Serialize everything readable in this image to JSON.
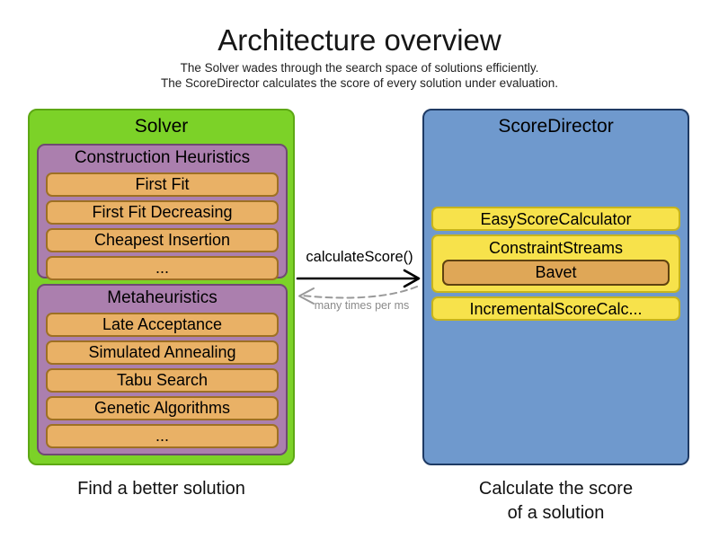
{
  "title": "Architecture overview",
  "subtitle": [
    "The Solver wades through the search space of solutions efficiently.",
    "The ScoreDirector calculates the score of every solution under evaluation."
  ],
  "solver": {
    "label": "Solver",
    "caption": "Find a better solution",
    "groups": [
      {
        "label": "Construction Heuristics",
        "items": [
          "First Fit",
          "First Fit Decreasing",
          "Cheapest Insertion",
          "..."
        ]
      },
      {
        "label": "Metaheuristics",
        "items": [
          "Late Acceptance",
          "Simulated Annealing",
          "Tabu Search",
          "Genetic Algorithms",
          "..."
        ]
      }
    ]
  },
  "score_director": {
    "label": "ScoreDirector",
    "caption_line1": "Calculate the score",
    "caption_line2": "of a solution",
    "calculators": [
      "EasyScoreCalculator",
      "ConstraintStreams",
      "IncrementalScoreCalc..."
    ],
    "constraint_streams_impl": "Bavet"
  },
  "arrows": {
    "call_label": "calculateScore()",
    "frequency_label": "many times per ms"
  },
  "colors": {
    "green_fill": "#7cd228",
    "green_border": "#5da814",
    "purple_fill": "#ab7fae",
    "purple_border": "#6f4a72",
    "orange_fill": "#e9b166",
    "orange_border": "#9e7023",
    "blue_fill": "#6f99cd",
    "blue_border": "#1e3a64",
    "yellow_fill": "#f7e24b",
    "yellow_border": "#c7b41c",
    "bavet_fill": "#dfa757",
    "bavet_border": "#5f4210",
    "arrow_black": "#000000",
    "arrow_gray": "#999999"
  }
}
